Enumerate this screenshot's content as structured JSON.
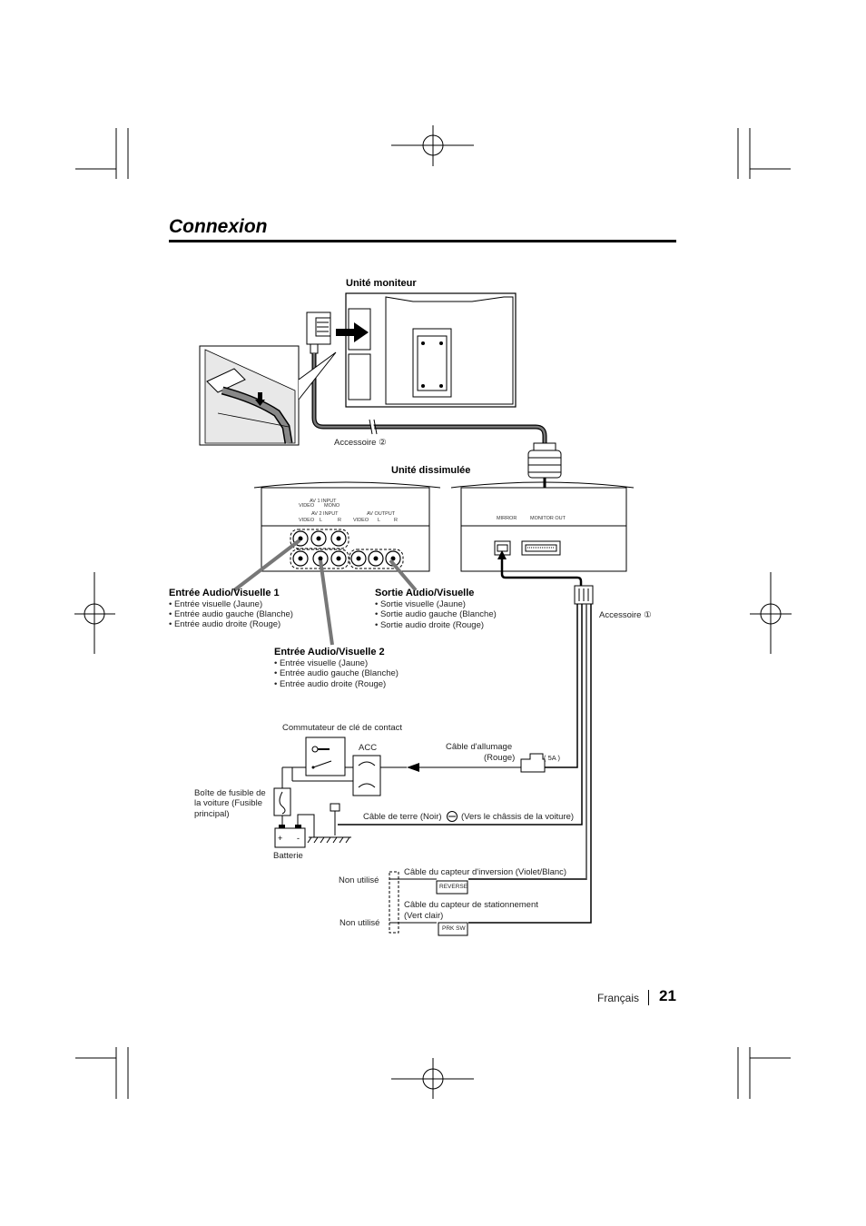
{
  "page": {
    "title": "Connexion",
    "language": "Français",
    "number": "21"
  },
  "labels": {
    "unite_moniteur": "Unité moniteur",
    "accessoire_2": "Accessoire ②",
    "unite_dissimulee": "Unité dissimulée",
    "accessoire_1": "Accessoire ①"
  },
  "panel_labels": {
    "av1_input": "AV 1 INPUT",
    "av2_input": "AV 2 INPUT",
    "av_output": "AV OUTPUT",
    "video": "VIDEO",
    "mono": "MONO",
    "l": "L",
    "r": "R",
    "mirror": "MIRROR",
    "monitor_out": "MONITOR OUT"
  },
  "groups": {
    "entree_1": {
      "title": "Entrée Audio/Visuelle  1",
      "items": [
        "• Entrée visuelle (Jaune)",
        "• Entrée audio gauche (Blanche)",
        "• Entrée audio droite (Rouge)"
      ]
    },
    "sortie": {
      "title": "Sortie Audio/Visuelle",
      "items": [
        "• Sortie visuelle (Jaune)",
        "• Sortie audio gauche (Blanche)",
        "• Sortie audio droite (Rouge)"
      ]
    },
    "entree_2": {
      "title": "Entrée Audio/Visuelle 2",
      "items": [
        "• Entrée visuelle (Jaune)",
        "• Entrée audio gauche (Blanche)",
        "• Entrée audio droite (Rouge)"
      ]
    }
  },
  "wiring": {
    "commutateur": "Commutateur de clé de contact",
    "acc": "ACC",
    "cable_allumage": [
      "Câble d'allumage",
      "(Rouge)"
    ],
    "fuse": "5A",
    "boite_fusible": [
      "Boîte de fusible de",
      "la voiture (Fusible",
      "principal)"
    ],
    "cable_terre_1": "Câble de terre (Noir)",
    "cable_terre_2": "(Vers le châssis de la voiture)",
    "batterie": "Batterie",
    "non_utilise_1": "Non utilisé",
    "non_utilise_2": "Non utilisé",
    "capteur_inversion": "Câble du capteur d'inversion (Violet/Blanc)",
    "reverse": "REVERSE",
    "capteur_stationnement": [
      "Câble du capteur de stationnement",
      "(Vert clair)"
    ],
    "prk_sw": "PRK SW"
  }
}
